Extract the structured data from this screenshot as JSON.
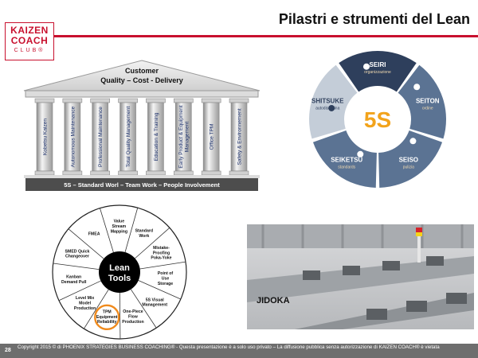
{
  "header": {
    "logo_line1": "KAIZEN",
    "logo_line2": "COACH",
    "logo_line3": "CLUB®",
    "title": "Pilastri e strumenti del Lean"
  },
  "temple": {
    "roof_line1": "Customer",
    "roof_line2": "Quality – Cost - Delivery",
    "pillars": [
      [
        "Kobetsu Kaizen"
      ],
      [
        "Autonomous Maintenance"
      ],
      [
        "Professional Maintenance"
      ],
      [
        "Total Quality Management"
      ],
      [
        "Education & Training"
      ],
      [
        "Early Product & Equipment",
        "Management"
      ],
      [
        "Office TPM"
      ],
      [
        "Safety & Environnement"
      ]
    ],
    "base": "5S – Standard Worl – Team Work – People Involvement"
  },
  "five_s": {
    "center": "5S",
    "segments": [
      {
        "title": "SEIRI",
        "sub": "organizzazione"
      },
      {
        "title": "SEITON",
        "sub": "ordine"
      },
      {
        "title": "SEISO",
        "sub": "pulizia"
      },
      {
        "title": "SEIKETSU",
        "sub": "standards"
      },
      {
        "title": "SHITSUKE",
        "sub": "autodisciplina"
      }
    ]
  },
  "lean_tools": {
    "center_line1": "Lean",
    "center_line2": "Tools",
    "items": [
      {
        "lines": [
          "Value",
          "Stream",
          "Mapping"
        ]
      },
      {
        "lines": [
          "Standard",
          "Work"
        ]
      },
      {
        "lines": [
          "Mistake-",
          "Proofing",
          "Poka-Yoke"
        ]
      },
      {
        "lines": [
          "Point of",
          "Use",
          "Storage"
        ]
      },
      {
        "lines": [
          "5S Visual",
          "Management"
        ]
      },
      {
        "lines": [
          "One-Piece",
          "Flow",
          "Production"
        ]
      },
      {
        "lines": [
          "TPM",
          "Equipment",
          "Reliability"
        ]
      },
      {
        "lines": [
          "Level Mix",
          "Model",
          "Production"
        ]
      },
      {
        "lines": [
          "Kanban",
          "Demand Pull"
        ]
      },
      {
        "lines": [
          "SMED Quick",
          "Changeover"
        ]
      },
      {
        "lines": [
          "FMEA"
        ]
      }
    ]
  },
  "photo": {
    "label": "JIDOKA"
  },
  "footer": {
    "page": "28",
    "copyright": "Copyright 2015 © di PHOENIX STRATEGIES BUSINESS COACHING® - Questa presentazione è a solo uso privato – La diffusione pubblica senza autorizzazione di KAIZEN COACH® è vietata"
  },
  "colors": {
    "brand_red": "#c8102e",
    "navy": "#2e3f5c",
    "slate": "#5b7393",
    "light": "#c4cdd8",
    "tpm_circle": "#f08a1c"
  }
}
